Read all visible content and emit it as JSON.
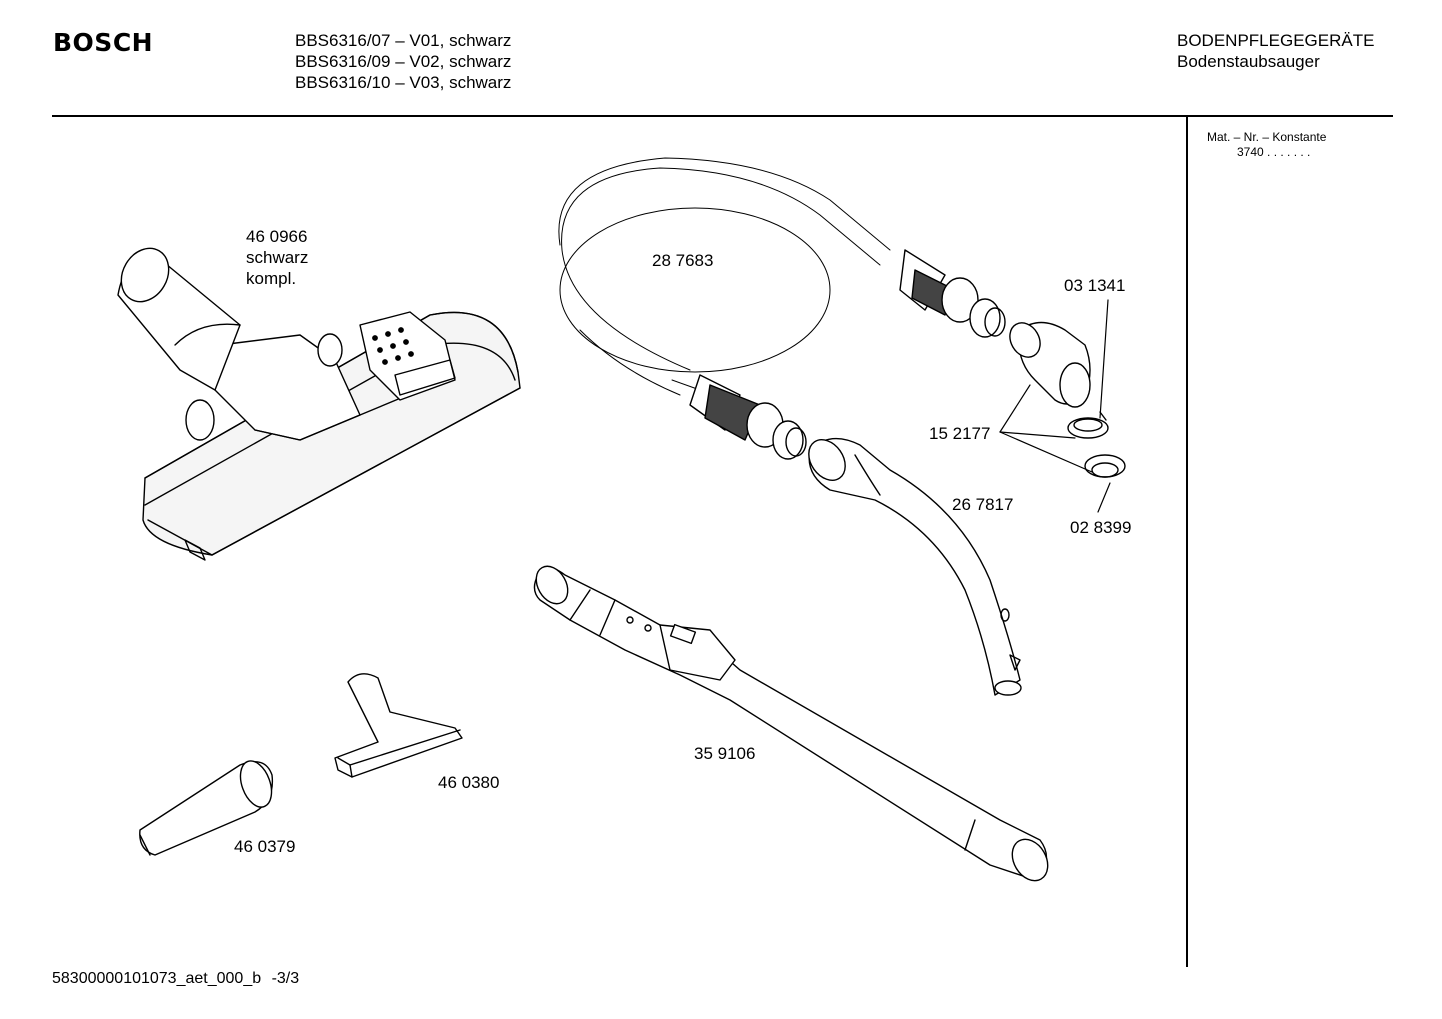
{
  "header": {
    "brand": "BOSCH",
    "models": [
      "BBS6316/07 – V01, schwarz",
      "BBS6316/09 – V02, schwarz",
      "BBS6316/10 – V03, schwarz"
    ],
    "category": "BODENPFLEGEGERÄTE",
    "subcategory": "Bodenstaubsauger"
  },
  "sidebar": {
    "mat_label": "Mat. – Nr. – Konstante",
    "mat_value": "3740 .  .  .   .  .  .  ."
  },
  "parts": {
    "floor_nozzle": [
      "46 0966",
      "schwarz",
      "kompl."
    ],
    "hose": "28 7683",
    "elbow": "03 1341",
    "clip": "15 2177",
    "handle": "26 7817",
    "ring": "02 8399",
    "tube": "35 9106",
    "upholstery_nozzle": "46 0380",
    "crevice_tool": "46 0379"
  },
  "footer": {
    "doc_id": "58300000101073_aet_000_b",
    "page": "-3/3"
  }
}
